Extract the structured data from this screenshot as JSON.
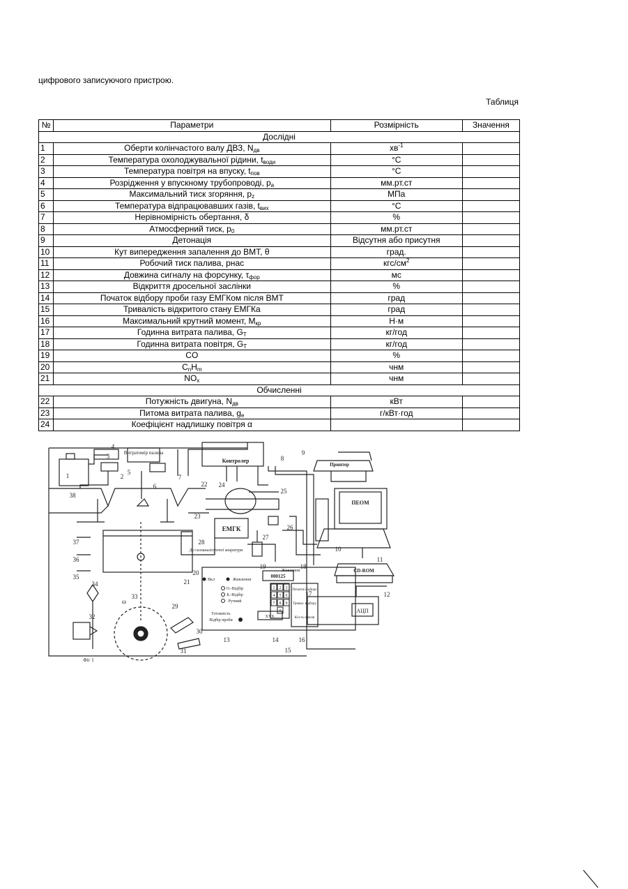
{
  "intro_text": "цифрового записуючого пристрою.",
  "table_caption": "Таблиця",
  "table": {
    "headers": {
      "no": "№",
      "param": "Параметри",
      "dim": "Розмірність",
      "value": "Значення"
    },
    "section_measured": "Дослідні",
    "section_computed": "Обчисленні",
    "rows_measured": [
      {
        "no": "1",
        "name": "Оберти колінчастого валу ДВЗ, N",
        "sub": "дв",
        "dim": "хв",
        "dim_sup": "-1"
      },
      {
        "no": "2",
        "name": "Температура охолоджувальної рідини, t",
        "sub": "води",
        "dim": "°С"
      },
      {
        "no": "3",
        "name": "Температура повітря на впуску, t",
        "sub": "пов",
        "dim": "°С"
      },
      {
        "no": "4",
        "name": "Розрідження у впускному трубопроводі, р",
        "sub": "а",
        "dim": "мм.рт.ст"
      },
      {
        "no": "5",
        "name": "Максимальний тиск згоряння, р",
        "sub": "z",
        "dim": "МПа"
      },
      {
        "no": "6",
        "name": "Температура відпрацювавших газів, t",
        "sub": "вих",
        "dim": "°С"
      },
      {
        "no": "7",
        "name": "Нерівномірність обертання, δ",
        "dim": "%"
      },
      {
        "no": "8",
        "name": "Атмосферний тиск, р",
        "sub": "0",
        "dim": "мм.рт.ст"
      },
      {
        "no": "9",
        "name": "Детонація",
        "dim": "Відсутня або присутня"
      },
      {
        "no": "10",
        "name": "Кут випередження запалення до ВМТ, θ",
        "dim": "град."
      },
      {
        "no": "11",
        "name": "Робочий тиск палива, рнас",
        "dim": "кгс/см",
        "dim_sup": "2"
      },
      {
        "no": "12",
        "name": "Довжина сигналу на форсунку, τ",
        "sub": "фор",
        "dim": "мс"
      },
      {
        "no": "13",
        "name": "Відкриття дросельної заслінки",
        "dim": "%"
      },
      {
        "no": "14",
        "name": "Початок відбору проби газу ЕМГКом після ВМТ",
        "dim": "град"
      },
      {
        "no": "15",
        "name": "Тривалість відкритого стану ЕМГКа",
        "dim": "град"
      },
      {
        "no": "16",
        "name": "Максимальний крутний момент, М",
        "sub": "кр",
        "dim": "Н·м"
      },
      {
        "no": "17",
        "name": "Годинна витрата палива, G",
        "sub": "Т",
        "dim": "кг/год"
      },
      {
        "no": "18",
        "name": "Годинна витрата повітря, G",
        "sub": "Т",
        "dim": "кг/год"
      },
      {
        "no": "19",
        "name": "CO",
        "dim": "%"
      },
      {
        "no": "20",
        "name": "C",
        "sub": "n",
        "name2": "H",
        "sub2": "m",
        "dim": "чнм"
      },
      {
        "no": "21",
        "name": "NO",
        "sub": "x",
        "dim": "чнм"
      }
    ],
    "rows_computed": [
      {
        "no": "22",
        "name": "Потужність двигуна, N",
        "sub": "дв",
        "dim": "кВт"
      },
      {
        "no": "23",
        "name": "Питома витрата палива, g",
        "sub": "е",
        "dim": "г/кВт·год"
      },
      {
        "no": "24",
        "name": "Коефіцієнт надлишку повітря α",
        "dim": ""
      }
    ]
  },
  "figure": {
    "labels": {
      "fuel_meter": "Витратомір палива",
      "controller": "Контролер",
      "printer": "Принтер",
      "pc": "ПЕОМ",
      "cdrom": "CD-ROM",
      "adc": "АЦП",
      "emgk": "ЕМГК",
      "gas_analyzer": "До газоаналізуючої апаратури",
      "power1": "Живлення",
      "power2": "Живлення",
      "on": "Вкл",
      "mode_o": "О.-Відбір",
      "mode_b": "Б.-Відбір",
      "mode_manual": "Ручний",
      "ready": "Готовність",
      "sampling": "Відбір проби",
      "display": "000125",
      "btn_start": "Початок відбору",
      "btn_duration": "Тривал. відбору",
      "btn_cycles": "Кіл-ть циклів",
      "btn_xxx": "XXX",
      "omega": "ω",
      "fig": "Фіг 1"
    },
    "numbers": [
      "1",
      "2",
      "3",
      "4",
      "5",
      "6",
      "7",
      "8",
      "9",
      "10",
      "11",
      "12",
      "13",
      "14",
      "15",
      "16",
      "17",
      "18",
      "19",
      "20",
      "21",
      "22",
      "23",
      "24",
      "25",
      "26",
      "27",
      "28",
      "29",
      "30",
      "31",
      "32",
      "33",
      "34",
      "35",
      "36",
      "37",
      "38"
    ],
    "keys": [
      "1",
      "2",
      "3",
      "4",
      "5",
      "6",
      "7",
      "8",
      "9",
      "0"
    ]
  }
}
